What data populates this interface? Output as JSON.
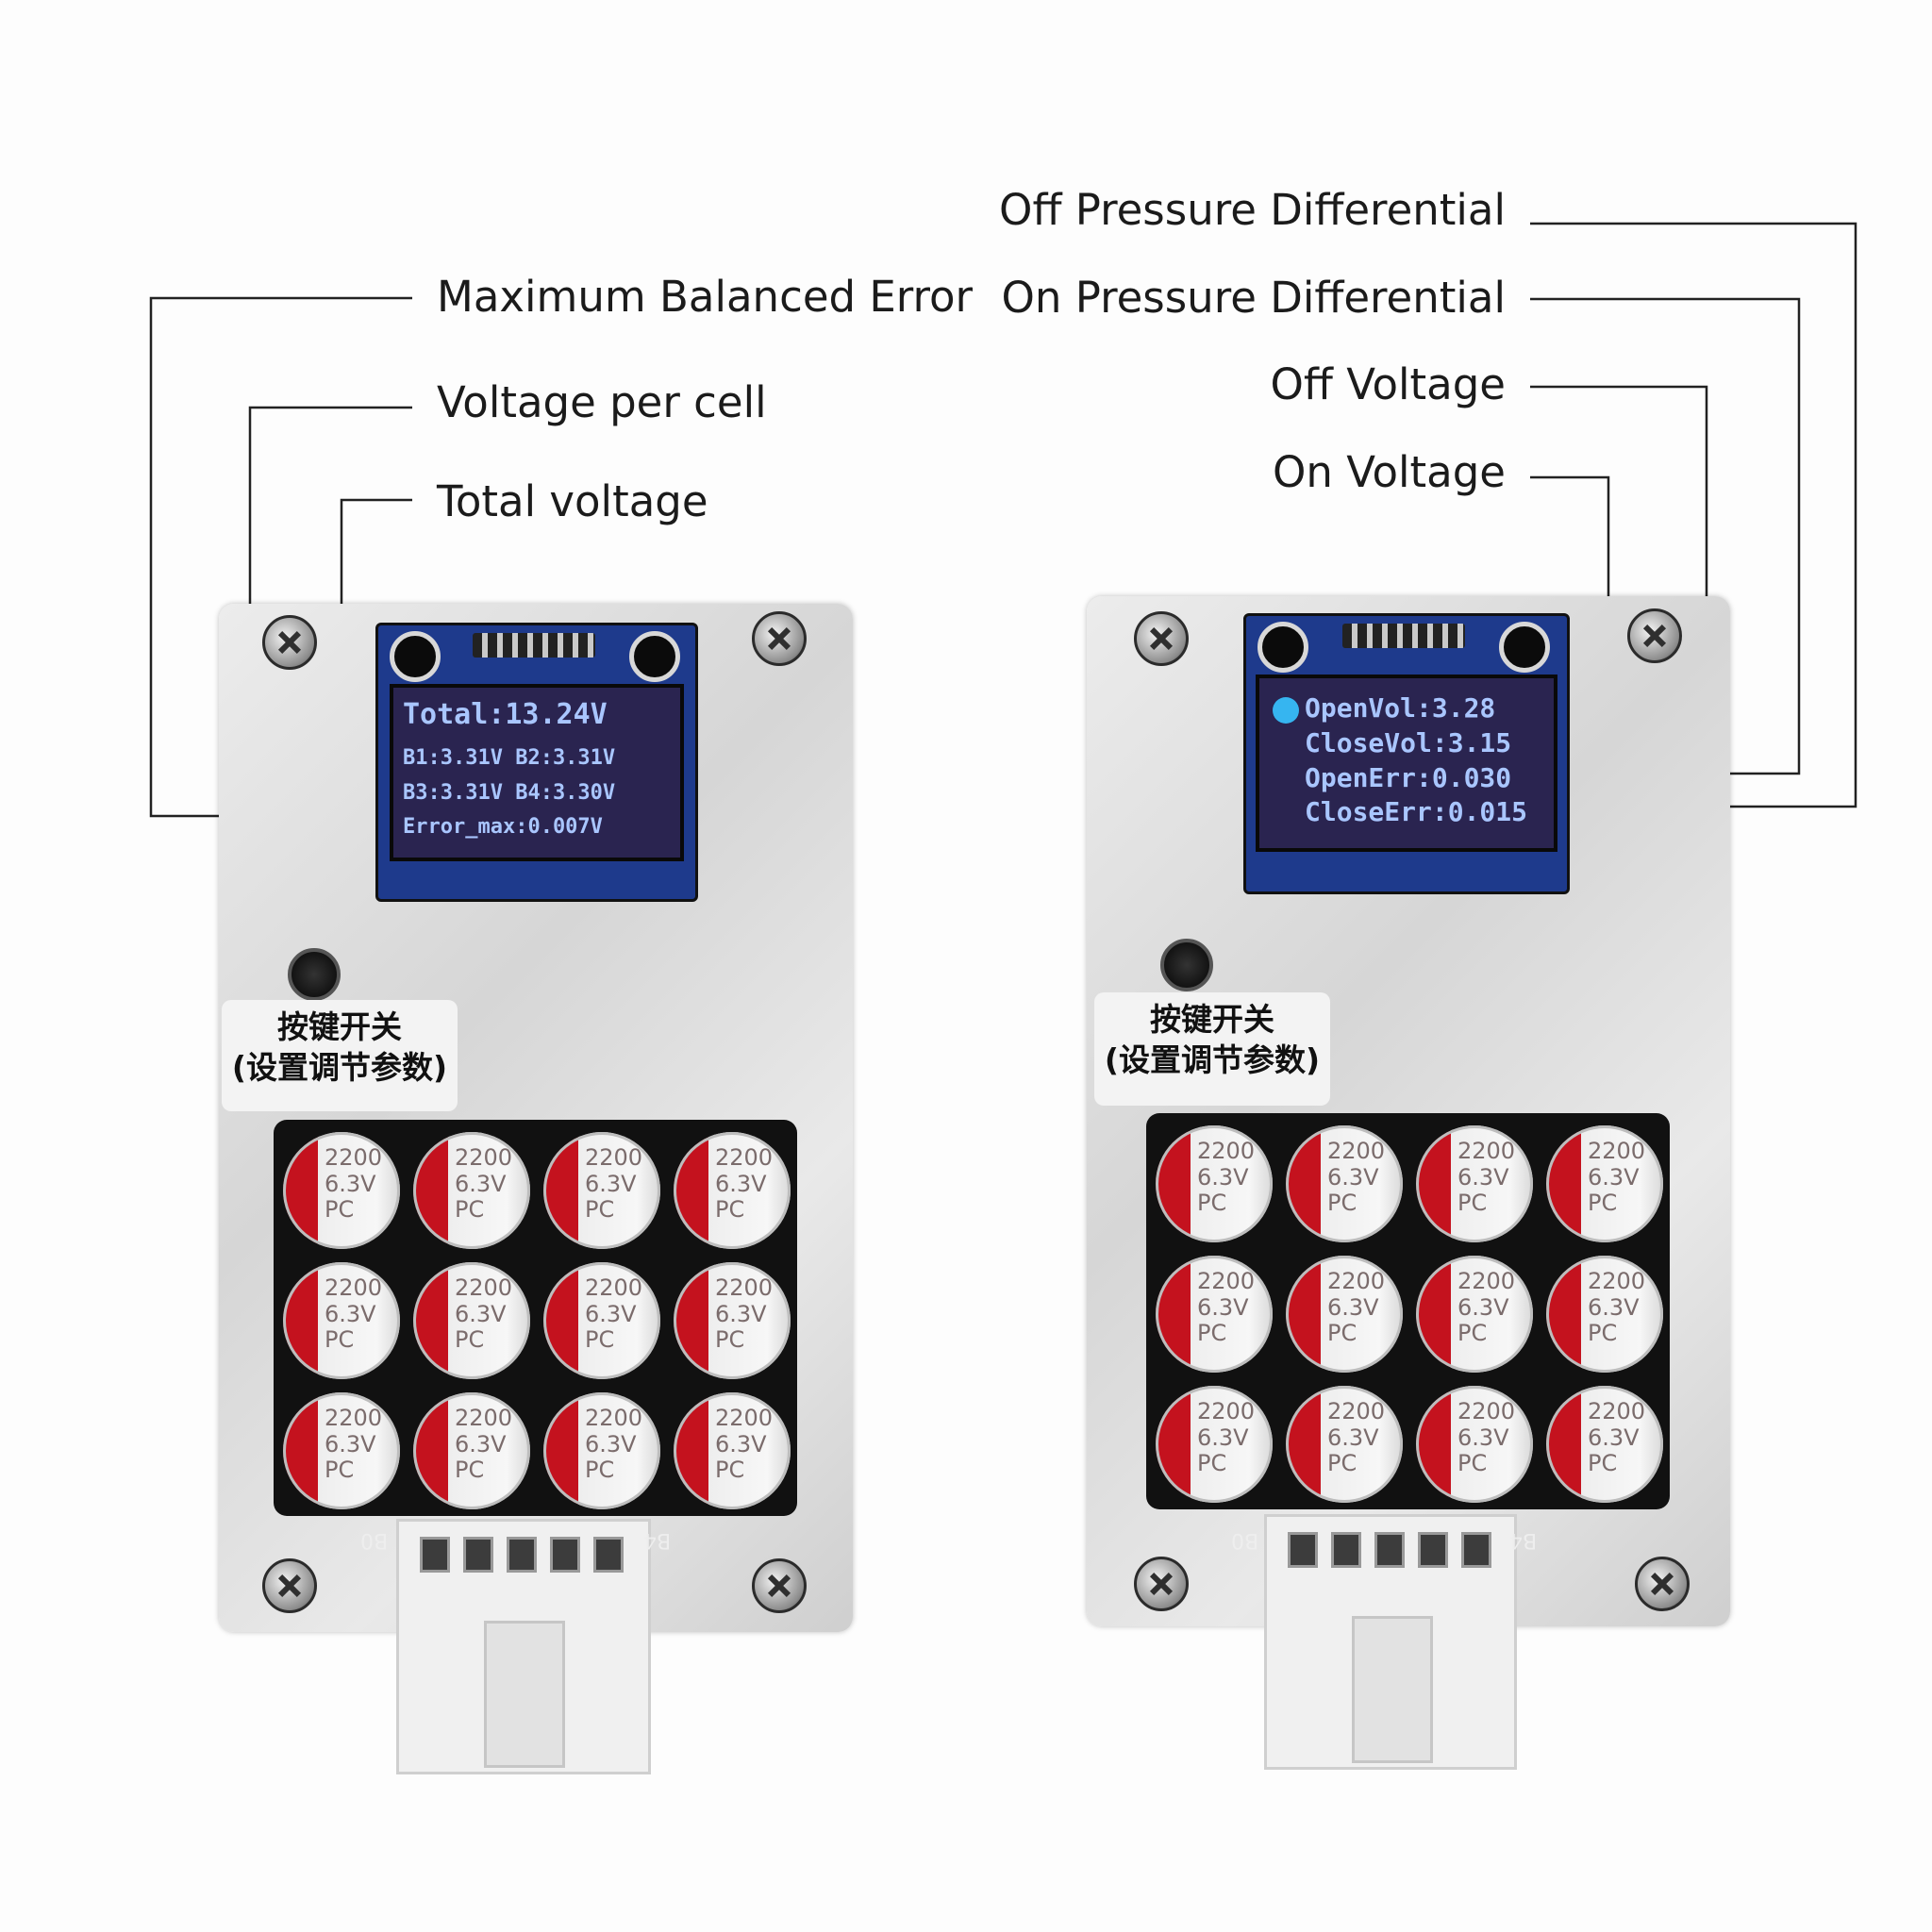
{
  "callouts_left": {
    "max_error": "Maximum Balanced Error",
    "per_cell": "Voltage per cell",
    "total": "Total voltage"
  },
  "callouts_right": {
    "off_diff": "Off Pressure Differential",
    "on_diff": "On Pressure Differential",
    "off_voltage": "Off Voltage",
    "on_voltage": "On Voltage"
  },
  "left_display": {
    "total": "Total:13.24V",
    "cell_row1": "B1:3.31V  B2:3.31V",
    "cell_row2": "B3:3.31V  B4:3.30V",
    "error": "Error_max:0.007V"
  },
  "right_display": {
    "open_vol": "OpenVol:3.28",
    "close_vol": "CloseVol:3.15",
    "open_err": "OpenErr:0.030",
    "close_err": "CloseErr:0.015"
  },
  "sticker": {
    "line1": "按键开关",
    "line2": "(设置调节参数)"
  },
  "capacitor": {
    "value": "2200",
    "voltage": "6.3V",
    "series": "PC"
  },
  "silkscreen": {
    "left_pin": "B0",
    "right_pin": "B4"
  }
}
